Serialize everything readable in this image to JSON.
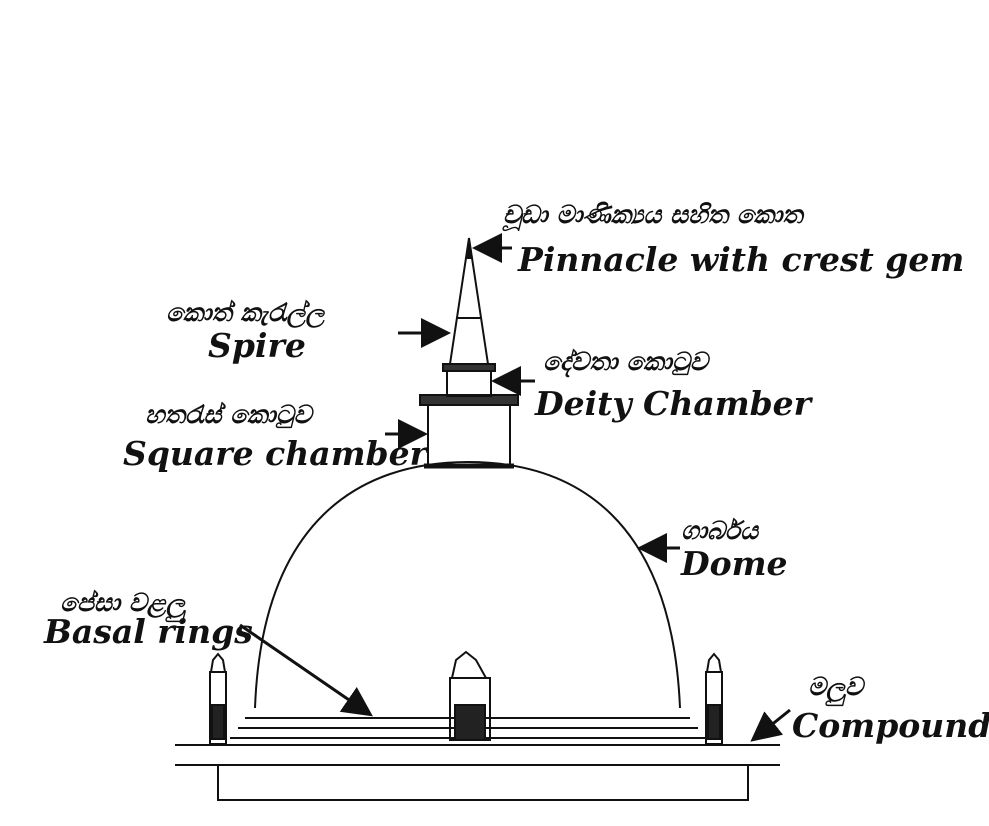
{
  "labels": {
    "pinnacle": {
      "sinhala": "චූඩා මාණික්‍යය සහිත කොත",
      "english": "Pinnacle with crest gem"
    },
    "spire": {
      "sinhala": "කොත් කැරැල්ල",
      "english": "Spire"
    },
    "deity": {
      "sinhala": "දේවතා කොටුව",
      "english": "Deity Chamber"
    },
    "square": {
      "sinhala": "හතරැස් කොටුව",
      "english": "Square chamber"
    },
    "dome": {
      "sinhala": "ගාර්බය",
      "english": "Dome"
    },
    "basal": {
      "sinhala": "පේසා වළලු",
      "english": "Basal rings"
    },
    "compound": {
      "sinhala": "මලුව",
      "english": "Compound"
    }
  },
  "colors": {
    "ink": "#111111",
    "background": "#ffffff"
  }
}
